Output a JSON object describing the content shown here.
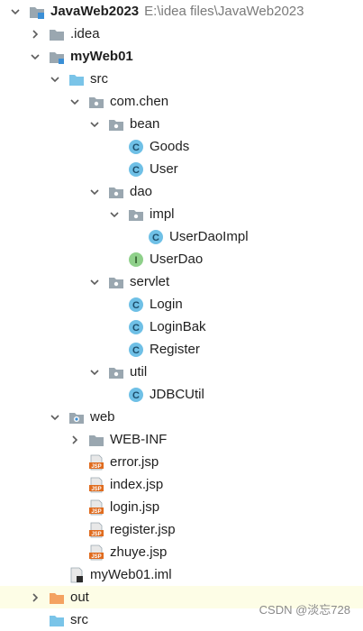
{
  "tree": {
    "root": {
      "name": "JavaWeb2023",
      "path": "E:\\idea  files\\JavaWeb2023"
    },
    "idea": "idea",
    "module": "myWeb01",
    "src": "src",
    "package": "com.chen",
    "bean": "bean",
    "goods": "Goods",
    "user": "User",
    "dao": "dao",
    "impl": "impl",
    "user_dao_impl": "UserDaoImpl",
    "user_dao": "UserDao",
    "servlet": "servlet",
    "login": "Login",
    "login_bak": "LoginBak",
    "register": "Register",
    "util": "util",
    "jdbc_util": "JDBCUtil",
    "web": "web",
    "web_inf": "WEB-INF",
    "error_jsp": "error.jsp",
    "index_jsp": "index.jsp",
    "login_jsp": "login.jsp",
    "register_jsp": "register.jsp",
    "zhuye_jsp": "zhuye.jsp",
    "iml": "myWeb01.iml",
    "out": "out",
    "src_root": "src"
  },
  "watermark": "CSDN @淡忘728",
  "colors": {
    "folder_grey": "#9aa7b0",
    "folder_blue": "#7ac4e8",
    "folder_orange": "#f4a261",
    "class_badge": "#6fc0e6",
    "interface_badge": "#8fd08a",
    "jsp_orange": "#e06c1f",
    "highlight": "#fdfde6"
  }
}
